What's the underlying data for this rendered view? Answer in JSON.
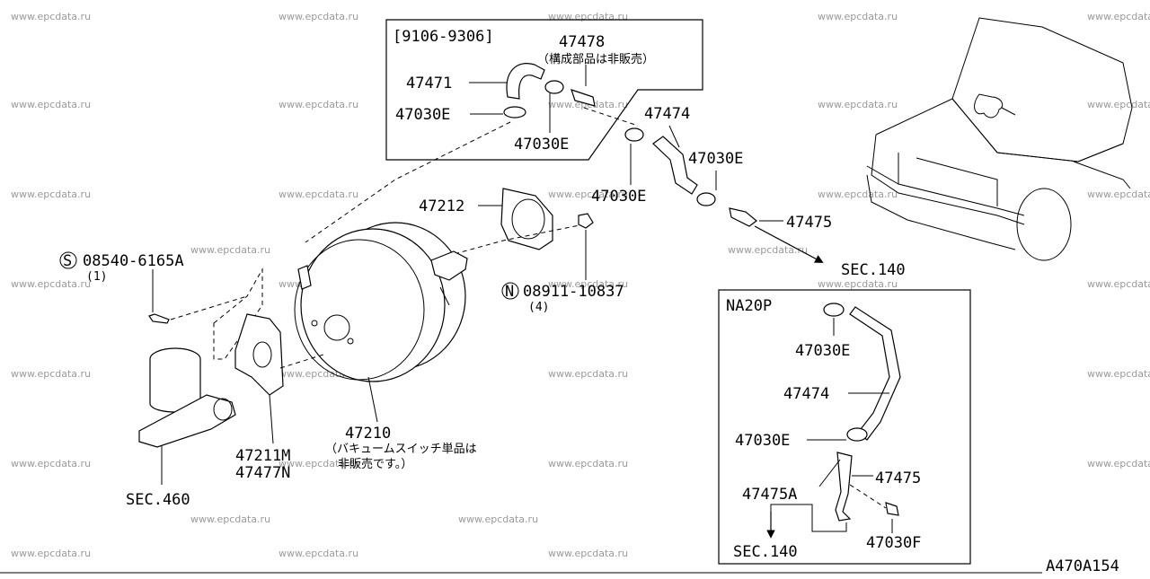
{
  "watermark": "www.epcdata.ru",
  "diagram_code": "A470A154",
  "inset_top": {
    "date_range": "[9106-9306]",
    "labels": {
      "p47478": "47478",
      "p47478_note": "（構成部品は非販売）",
      "p47471": "47471",
      "p47030e_a": "47030E",
      "p47030e_b": "47030E"
    }
  },
  "inset_na20p": {
    "title": "NA20P",
    "labels": {
      "p47030e_a": "47030E",
      "p47474": "47474",
      "p47030e_b": "47030E",
      "p47475a": "47475A",
      "p47475": "47475",
      "p47030f": "47030F",
      "sec140": "SEC.140"
    }
  },
  "main": {
    "p47474": "47474",
    "p47030e_upper": "47030E",
    "p47030e_lower": "47030E",
    "p47475": "47475",
    "sec140": "SEC.140",
    "p47212": "47212",
    "bolt_circle_letter": "S",
    "bolt_part": "08540-6165A",
    "bolt_qty": "(1)",
    "nut_circle_letter": "N",
    "nut_part": "08911-10837",
    "nut_qty": "(4)",
    "p47210": "47210",
    "p47210_note_1": "（バキュームスイッチ単品は",
    "p47210_note_2": "非販売です。）",
    "p47211m": "47211M",
    "p47477n": "47477N",
    "sec460": "SEC.460"
  }
}
